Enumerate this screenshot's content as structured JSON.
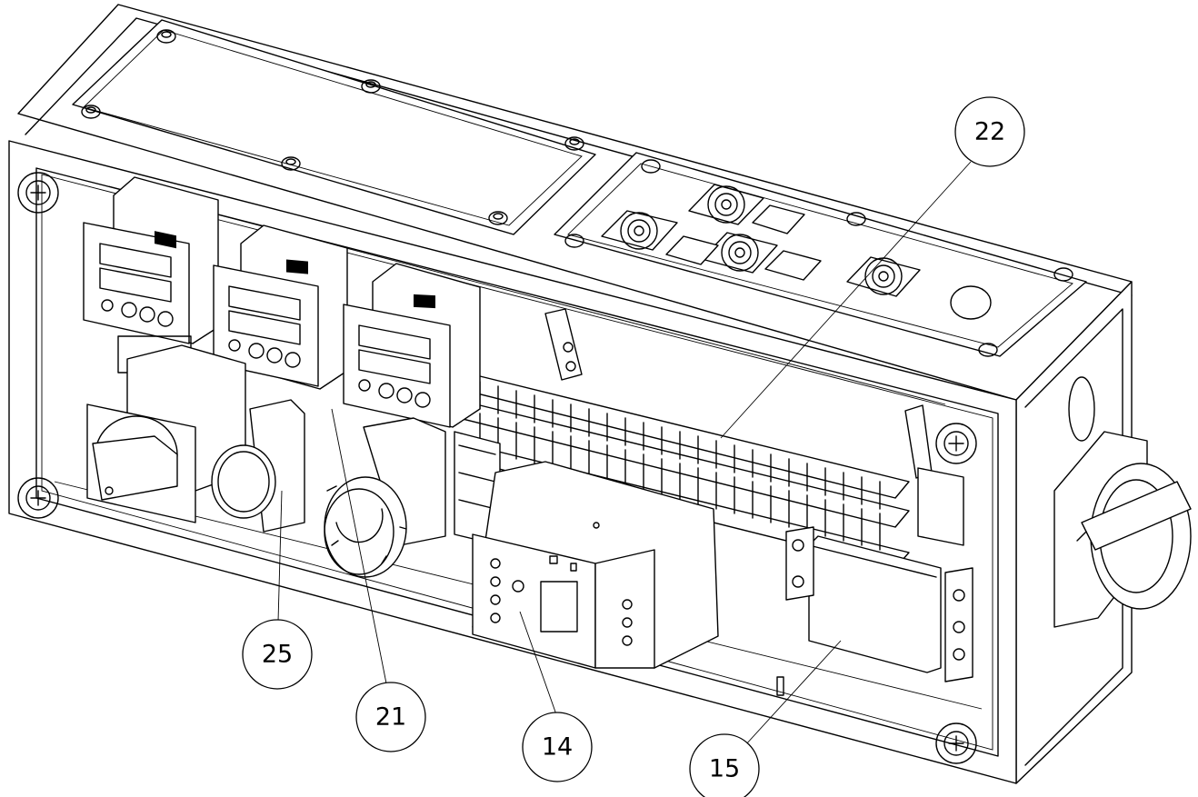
{
  "callouts": [
    {
      "id": "22",
      "label": "22"
    },
    {
      "id": "25",
      "label": "25"
    },
    {
      "id": "21",
      "label": "21"
    },
    {
      "id": "14",
      "label": "14"
    },
    {
      "id": "15",
      "label": "15"
    }
  ],
  "components": [
    "enclosure",
    "lid-panel",
    "connector-panel",
    "temperature-controller",
    "rotary-selector-switch",
    "pilot-light",
    "emergency-stop-button",
    "wiring-duct",
    "contactor",
    "relay-module",
    "main-disconnect-handle"
  ]
}
